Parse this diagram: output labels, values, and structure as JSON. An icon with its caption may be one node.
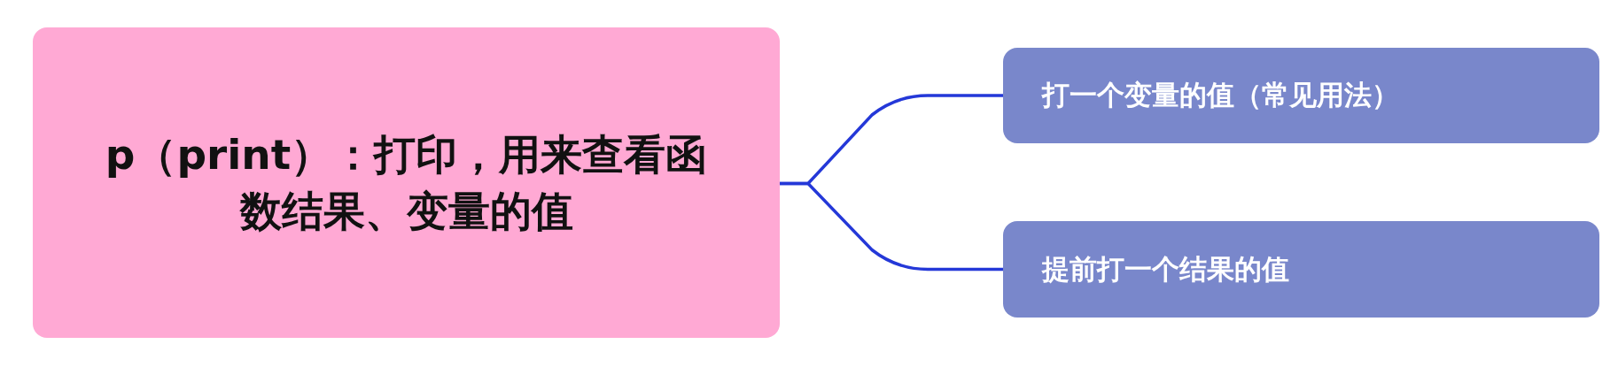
{
  "diagram": {
    "nodes": [
      {
        "text": [
          "p（print）：打印，用来查看函数结果、变量的值"
        ]
      },
      {
        "text": [
          "打一个变量的值（常见用法）"
        ]
      },
      {
        "text": [
          "提前打一个结果的值"
        ]
      }
    ],
    "edges": [
      {
        "from": 0,
        "to": 1,
        "arrow": "none"
      },
      {
        "from": 0,
        "to": 2,
        "arrow": "none"
      }
    ]
  }
}
